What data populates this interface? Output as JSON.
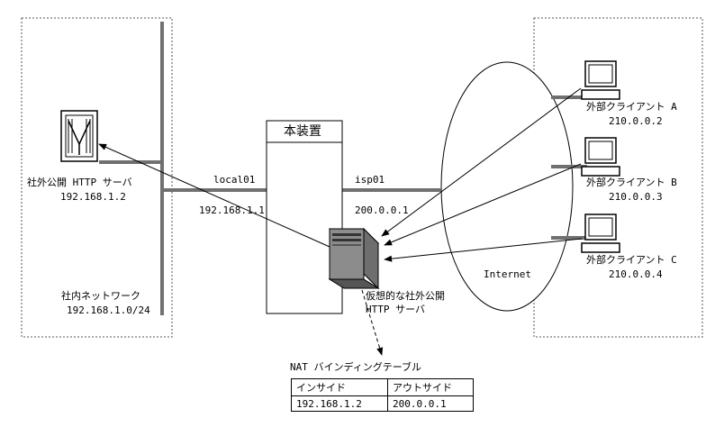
{
  "device": {
    "title": "本装置"
  },
  "interfaces": {
    "local": {
      "name": "local01",
      "ip": "192.168.1.1"
    },
    "isp": {
      "name": "isp01",
      "ip": "200.0.0.1"
    }
  },
  "lan": {
    "label": "社内ネットワーク",
    "subnet": "192.168.1.0/24",
    "server": {
      "label": "社外公開 HTTP サーバ",
      "ip": "192.168.1.2"
    }
  },
  "virtual_server": {
    "line1": "仮想的な社外公開",
    "line2": "HTTP サーバ"
  },
  "internet": {
    "label": "Internet"
  },
  "clients": [
    {
      "label": "外部クライアント A",
      "ip": "210.0.0.2"
    },
    {
      "label": "外部クライアント B",
      "ip": "210.0.0.3"
    },
    {
      "label": "外部クライアント C",
      "ip": "210.0.0.4"
    }
  ],
  "nat_table": {
    "title": "NAT バインディングテーブル",
    "headers": [
      "インサイド",
      "アウトサイド"
    ],
    "rows": [
      [
        "192.168.1.2",
        "200.0.0.1"
      ]
    ]
  }
}
